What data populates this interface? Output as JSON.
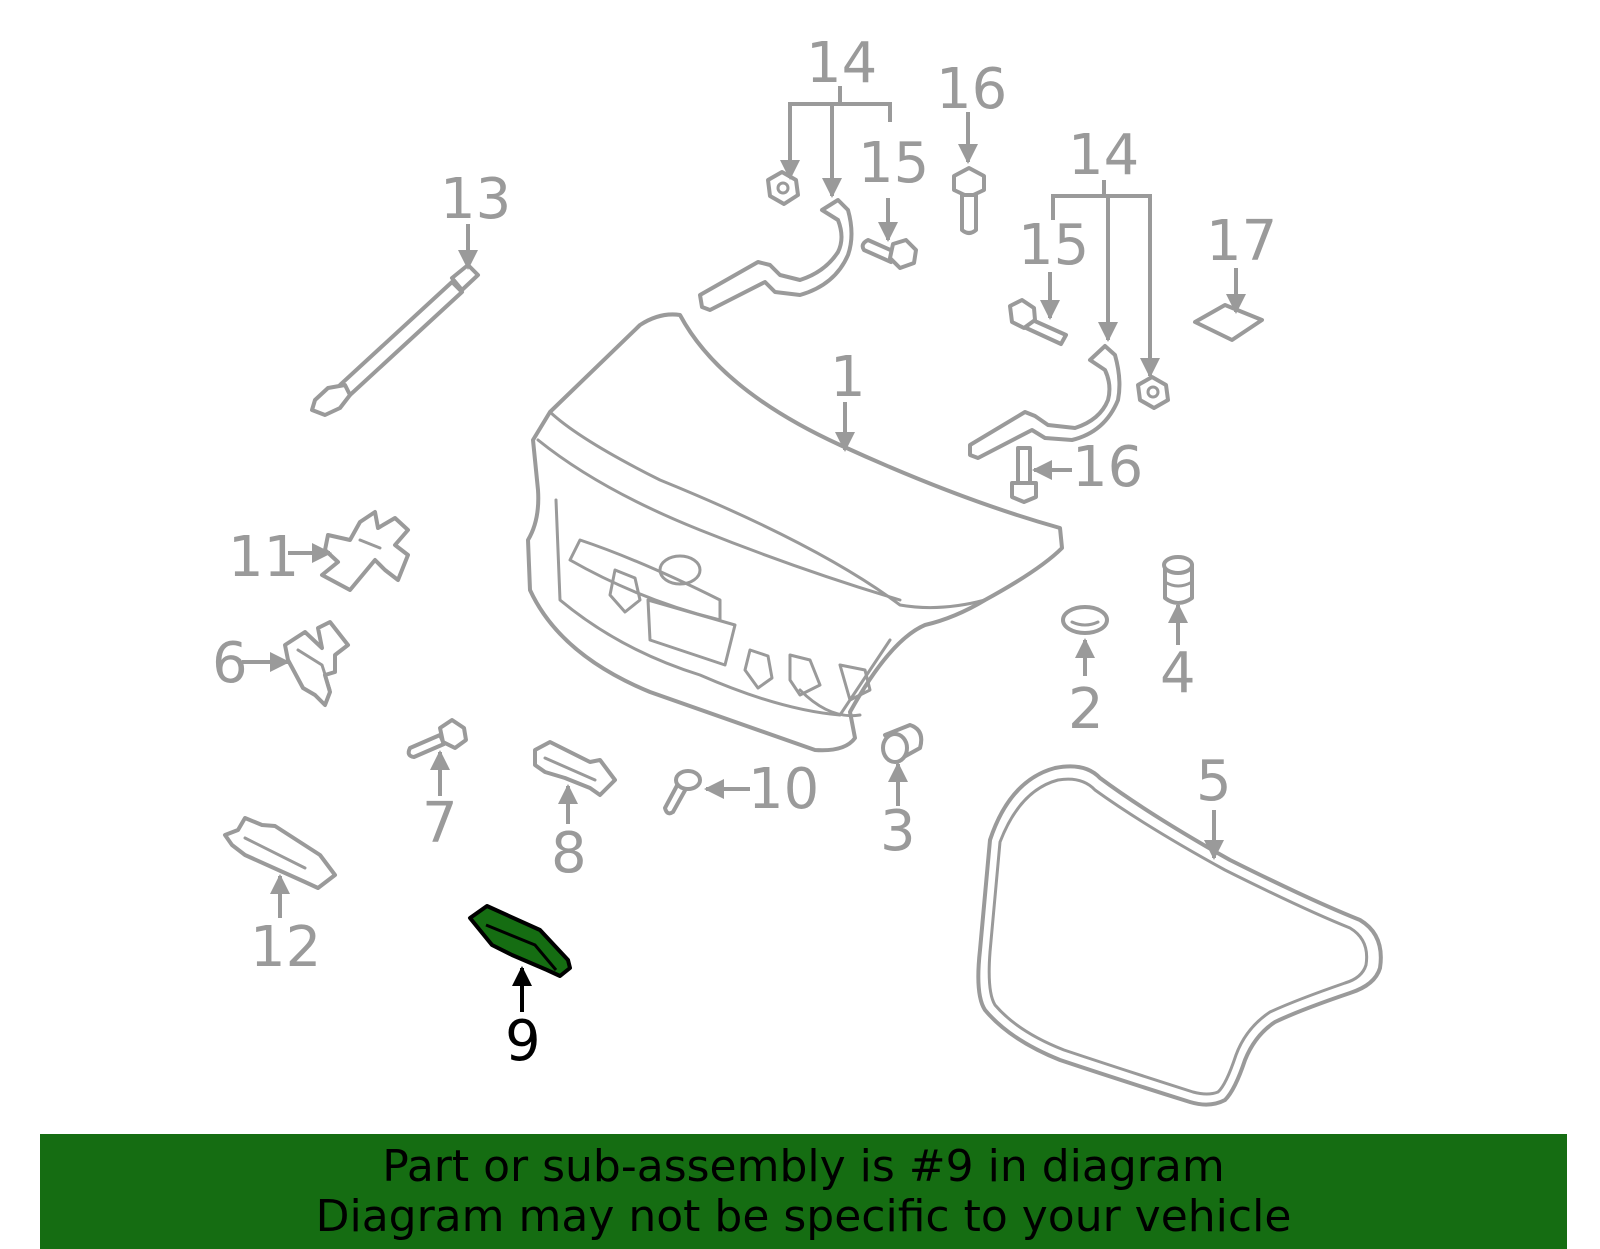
{
  "callouts": {
    "c1": "1",
    "c2": "2",
    "c3": "3",
    "c4": "4",
    "c5": "5",
    "c6": "6",
    "c7": "7",
    "c8": "8",
    "c9": "9",
    "c10": "10",
    "c11": "11",
    "c12": "12",
    "c13": "13",
    "c14a": "14",
    "c14b": "14",
    "c15a": "15",
    "c15b": "15",
    "c16a": "16",
    "c16b": "16",
    "c17": "17"
  },
  "highlighted_part": "9",
  "colors": {
    "highlight": "#156d12",
    "parts": "#9a9a9a",
    "highlight_text": "#000000"
  },
  "banner": {
    "line1": "Part or sub-assembly is #9 in diagram",
    "line2": "Diagram may not be specific to your vehicle"
  }
}
